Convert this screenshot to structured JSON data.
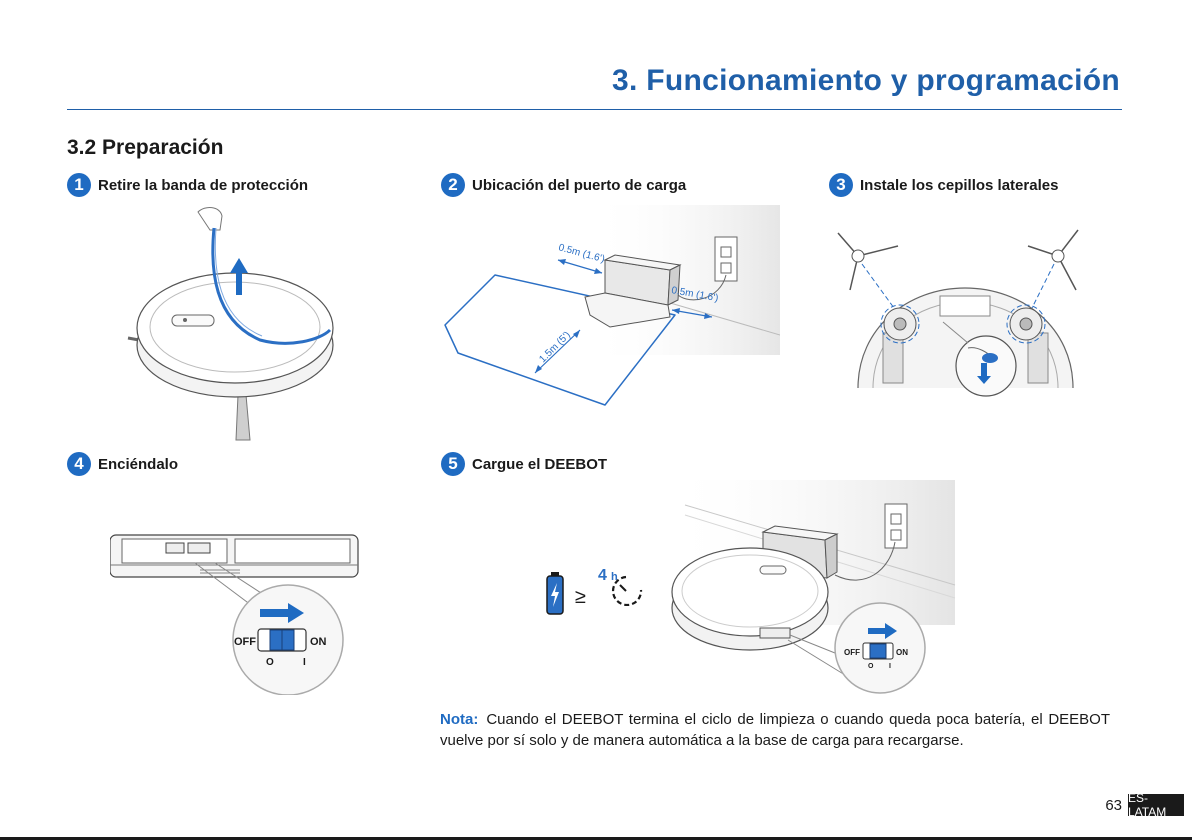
{
  "header": {
    "chapter_title": "3. Funcionamiento y programación"
  },
  "section": {
    "title": "3.2 Preparación"
  },
  "steps": [
    {
      "number": "1",
      "label": "Retire la banda de protección"
    },
    {
      "number": "2",
      "label": "Ubicación del puerto de carga"
    },
    {
      "number": "3",
      "label": "Instale los cepillos laterales"
    },
    {
      "number": "4",
      "label": "Enciéndalo"
    },
    {
      "number": "5",
      "label": "Cargue el DEEBOT"
    }
  ],
  "illustrations": {
    "dock_clearance_side": "0.5m (1.6')",
    "dock_clearance_right": "0.5m (1.6')",
    "dock_clearance_front": "1.5m (5')",
    "switch_off": "OFF",
    "switch_on": "ON",
    "switch_mark_off": "O",
    "switch_mark_on": "I",
    "charge_symbol": "≥",
    "charge_hours": "4",
    "charge_unit": "h"
  },
  "note": {
    "label": "Nota:",
    "text": "Cuando el DEEBOT termina el ciclo de limpieza o cuando queda poca batería, el DEEBOT vuelve por sí solo y de manera automática a la base de carga para recargarse."
  },
  "footer": {
    "page_number": "63",
    "language": "ES-LATAM"
  },
  "colors": {
    "accent": "#1f6bc2",
    "title": "#1f5fa8",
    "text": "#1a1a1a"
  },
  "icons": [
    "battery-icon",
    "timer-icon",
    "arrow-right-icon",
    "arrow-up-icon",
    "wall-outlet-icon"
  ]
}
